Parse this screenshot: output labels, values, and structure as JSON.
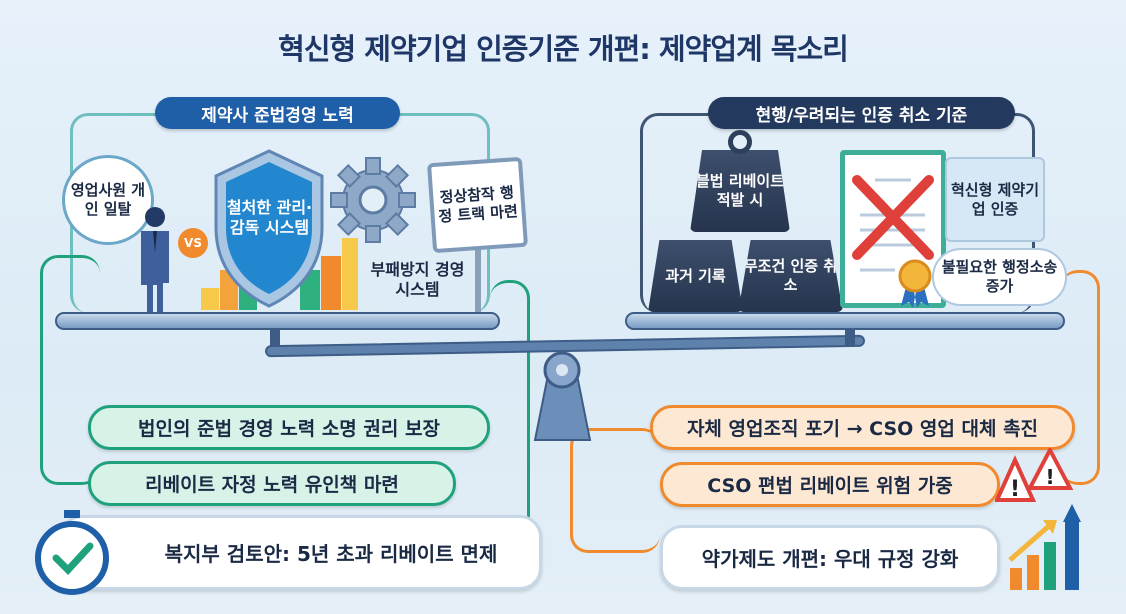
{
  "title": "혁신형 제약기업 인증기준 개편: 제약업계 목소리",
  "left": {
    "header": "제약사 준법경영 노력",
    "bubble": "영업사원 개인 일탈",
    "vs": "VS",
    "shield": "철처한 관리·감독 시스템",
    "sign": "정상참작 행정 트랙 마련",
    "anti_corruption": "부패방지 경영시스템",
    "points": [
      "법인의 준법 경영 노력 소명 권리 보장",
      "리베이트 자정 노력 유인책 마련",
      "복지부 검토안: 5년 초과 리베이트 면제"
    ]
  },
  "right": {
    "header": "현행/우려되는 인증 취소 기준",
    "weights": [
      "블법 리베이트 적발 시",
      "과거 기록",
      "무조건 인증 취소"
    ],
    "certificate": "혁신형 제약기업 인증",
    "bubble": "불필요한 행정소송 증가",
    "points": [
      "자체 영업조직 포기 → CSO 영업 대체 촉진",
      "CSO 편법 리베이트 위험 가중",
      "약가제도 개편: 우대 규정 강화"
    ]
  },
  "colors": {
    "navy": "#233a5e",
    "blue": "#1f5fa8",
    "green": "#1fa27c",
    "orange": "#f08a2c",
    "red": "#e0403a"
  }
}
